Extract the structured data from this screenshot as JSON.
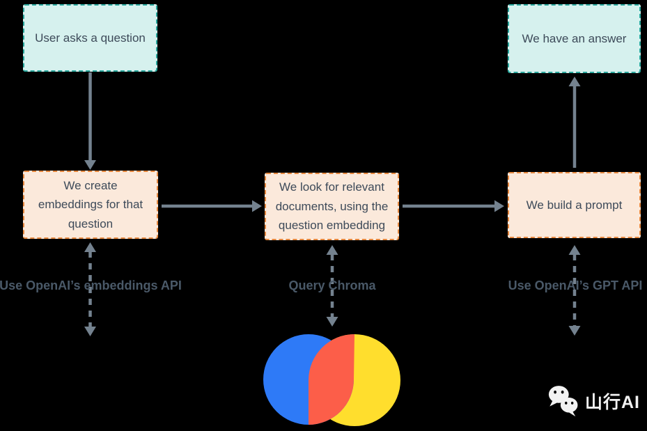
{
  "colors": {
    "background": "#000000",
    "teal_fill": "#d6f1ee",
    "teal_border": "#29a79d",
    "peach_fill": "#fbe9db",
    "peach_border": "#e6883f",
    "arrow": "#74828f",
    "box_text": "#3d4a59",
    "label_text": "#4a5968",
    "chroma_blue": "#2e7af7",
    "chroma_red": "#fc5e49",
    "chroma_yellow": "#ffde2d",
    "watermark_white": "#f2f2f2"
  },
  "nodes": [
    {
      "label": "User asks a question"
    },
    {
      "label": "We create\nembeddings for that\nquestion"
    },
    {
      "label": "We look for relevant\ndocuments, using the\nquestion embedding"
    },
    {
      "label": "We build a prompt"
    },
    {
      "label": "We have an answer"
    }
  ],
  "annotations": [
    {
      "label": "Use OpenAI’s embeddings API"
    },
    {
      "label": "Query Chroma"
    },
    {
      "label": "Use OpenAI’s GPT API"
    }
  ],
  "icons": {
    "chroma": "chroma-logo",
    "wechat": "wechat-icon"
  },
  "watermark": {
    "label": "山行AI"
  }
}
